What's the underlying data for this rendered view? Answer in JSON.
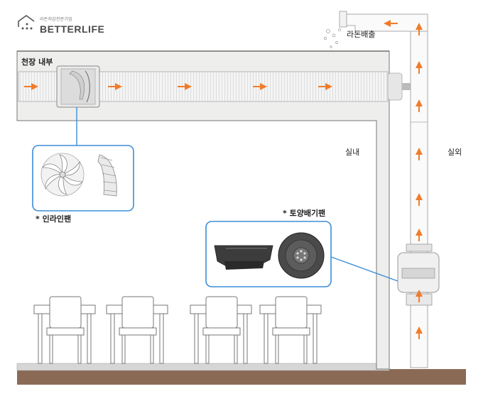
{
  "logo": {
    "tagline": "라돈저감전문기업",
    "name": "BETTERLIFE",
    "icon": "house-dots-icon"
  },
  "labels": {
    "ceiling_interior": "천장 내부",
    "indoor": "실내",
    "outdoor": "실외",
    "radon_exhaust": "라돈배출",
    "inline_fan": "* 인라인팬",
    "soil_fan": "* 토양배기팬"
  },
  "colors": {
    "arrow": "#f07c2a",
    "callout_border": "#3a8ed8",
    "wall_fill": "#eeeeec",
    "wall_stroke": "#777777",
    "floor": "#8b6a55",
    "slab": "#d9d9d9"
  },
  "icons": [
    "house-dots-icon",
    "arrow-right-icon",
    "arrow-up-icon",
    "inline-fan-icon",
    "soil-fan-icon",
    "chair-icon"
  ]
}
